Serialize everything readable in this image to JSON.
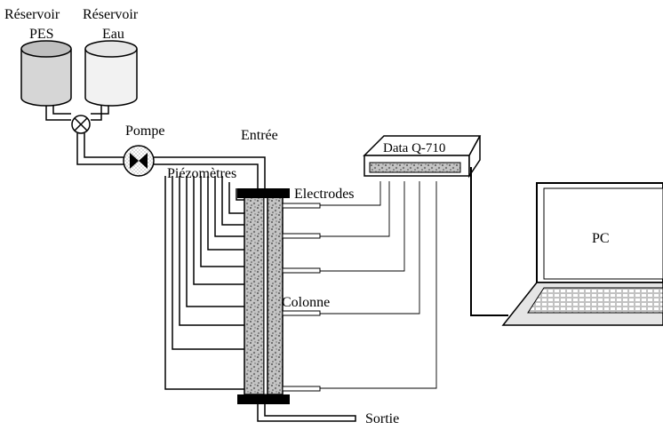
{
  "labels": {
    "reservoir_pes_line1": "Réservoir",
    "reservoir_pes_line2": "PES",
    "reservoir_eau_line1": "Réservoir",
    "reservoir_eau_line2": "Eau",
    "pompe": "Pompe",
    "entree": "Entrée",
    "piezometres": "Piézomètres",
    "electrodes": "Electrodes",
    "colonne": "Colonne",
    "sortie": "Sortie",
    "data_logger": "Data Q-710",
    "pc": "PC"
  },
  "colors": {
    "line": "#000000",
    "tank_pes": "#dcdcdc",
    "tank_eau": "#f2f2f2",
    "pipe": "#d9d9d9",
    "column_fill": "#bdbdbd"
  }
}
